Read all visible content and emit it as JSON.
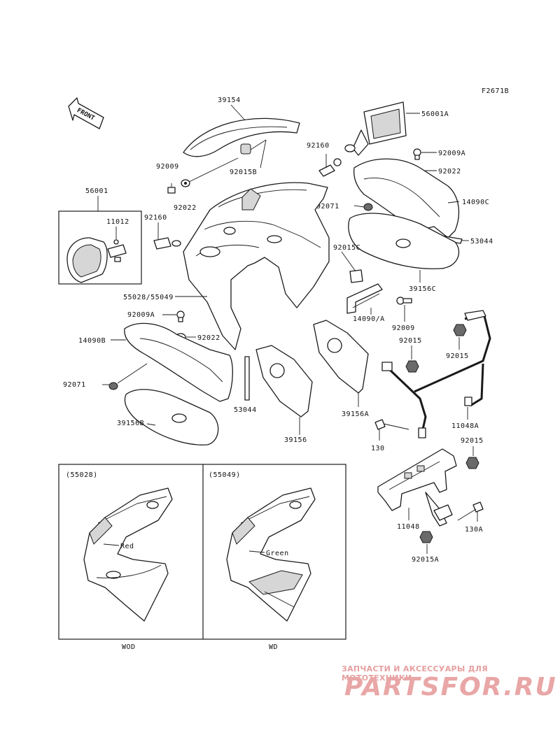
{
  "figure_code": "F2671B",
  "front_label": "FRONT",
  "parts": {
    "p39154": "39154",
    "p56001A": "56001A",
    "p92160a": "92160",
    "p92009A_top": "92009A",
    "p92009": "92009",
    "p92015B": "92015B",
    "p92022_top": "92022",
    "p92022_left": "92022",
    "p56001": "56001",
    "p11012": "11012",
    "p92160b": "92160",
    "p92071_top": "92071",
    "p14090C": "14090C",
    "p53044_top": "53044",
    "p92015C": "92015C",
    "p39156C": "39156C",
    "p55028_55049": "55028/55049",
    "p92009A_mid": "92009A",
    "p14090A": "14090/A",
    "p92009_mid": "92009",
    "p14090B": "14090B",
    "p92022_mid": "92022",
    "p92015_mid": "92015",
    "p92015_right": "92015",
    "p92071_left": "92071",
    "p53044_mid": "53044",
    "p39156A": "39156A",
    "p39156B": "39156B",
    "p39156": "39156",
    "p11048A": "11048A",
    "p130": "130",
    "p92015_low": "92015",
    "p11048": "11048",
    "p130A": "130A",
    "p92015A": "92015A"
  },
  "inset_left": {
    "title": "(55028)",
    "color": "Red",
    "caption": "WOD"
  },
  "inset_right": {
    "title": "(55049)",
    "color": "Green",
    "caption": "WD"
  },
  "watermark": {
    "tagline": "ЗАПЧАСТИ И АКСЕССУАРЫ ДЛЯ МОТОТЕХНИКИ",
    "logo": "PARTSFOR.RU",
    "tagline_color": "#e6a0a0",
    "logo_color": "#e9a6a6"
  }
}
